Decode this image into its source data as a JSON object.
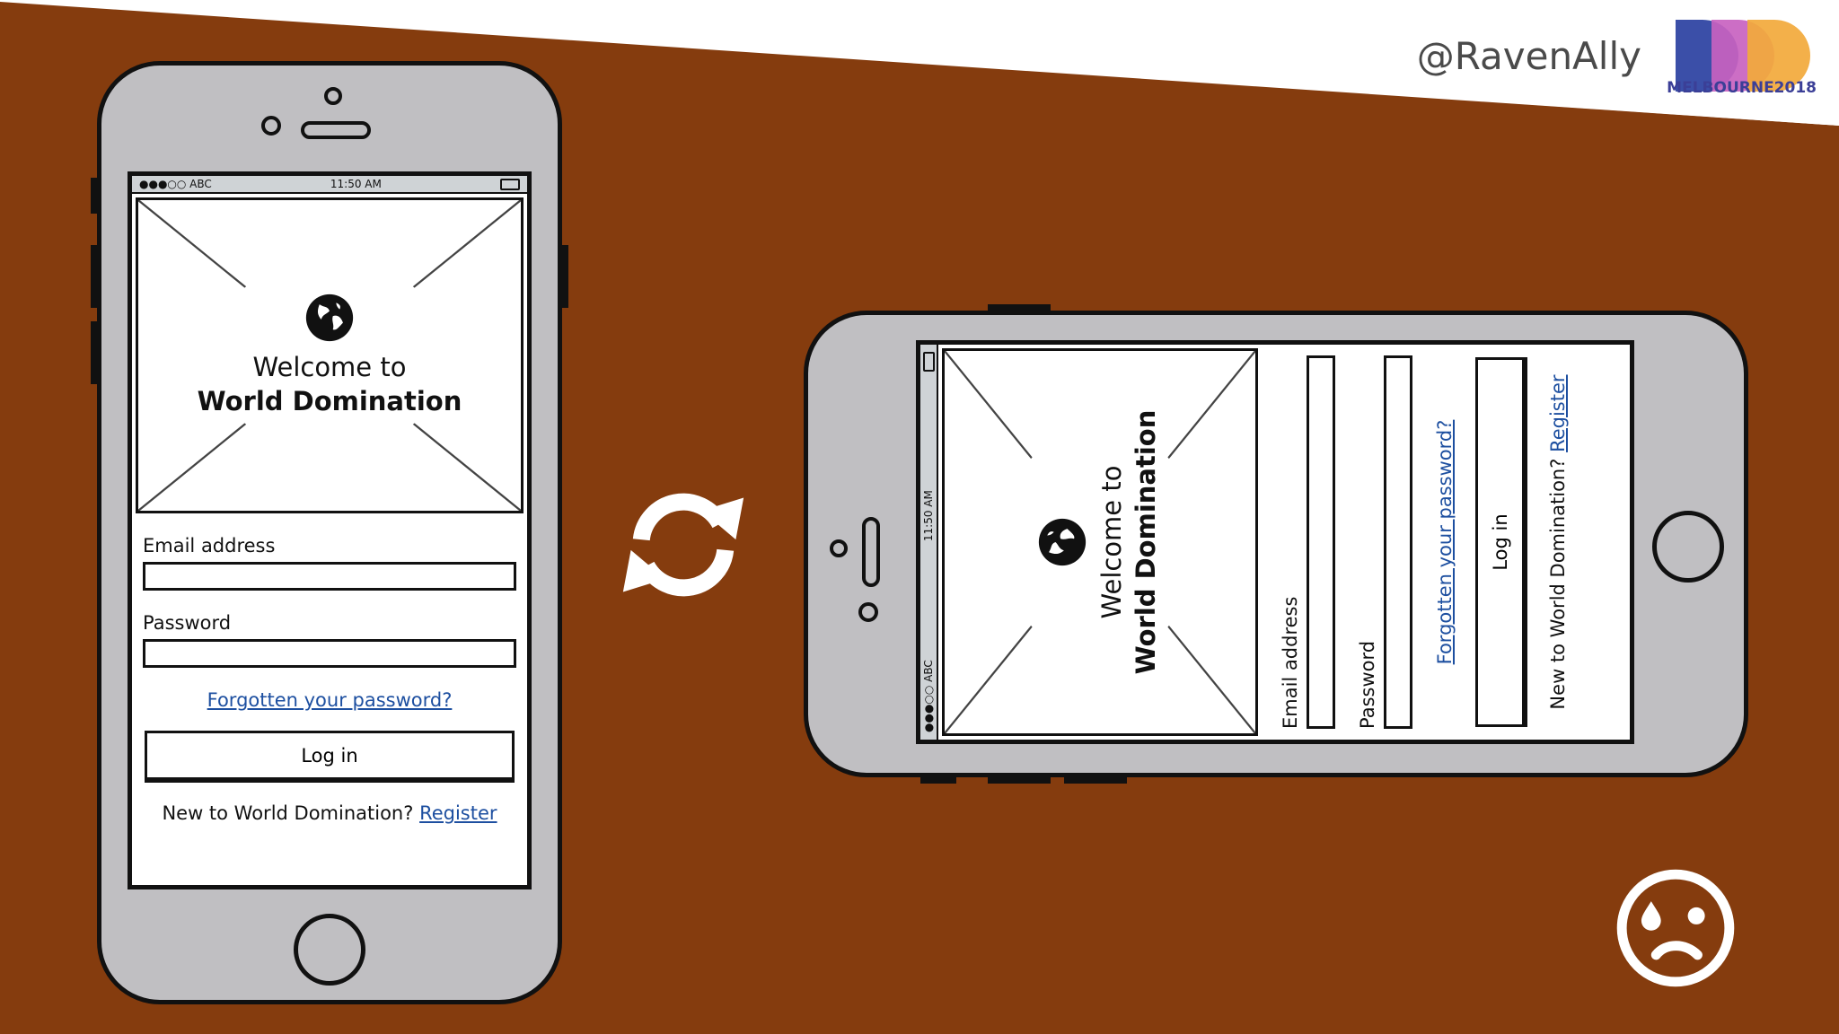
{
  "header": {
    "handle": "@RavenAlly",
    "logo_text": "MELBOURNE2018",
    "logo_colors": [
      "#3b4fa8",
      "#c862c0",
      "#f2a93b"
    ]
  },
  "phone_app": {
    "status": {
      "carrier": "●●●○○ ABC",
      "time": "11:50 AM"
    },
    "hero": {
      "line1": "Welcome to",
      "line2": "World Domination"
    },
    "email_label": "Email address",
    "password_label": "Password",
    "forgot_link": "Forgotten your password?",
    "login_label": "Log in",
    "register_prompt": "New to World Domination?",
    "register_link": "Register"
  },
  "icons": {
    "rotate": "rotate-arrows-icon",
    "globe": "globe-icon",
    "sad": "sad-face-icon"
  },
  "colors": {
    "background": "#853c0e",
    "phone_body": "#c0bfc2",
    "link": "#1d4fa0"
  }
}
